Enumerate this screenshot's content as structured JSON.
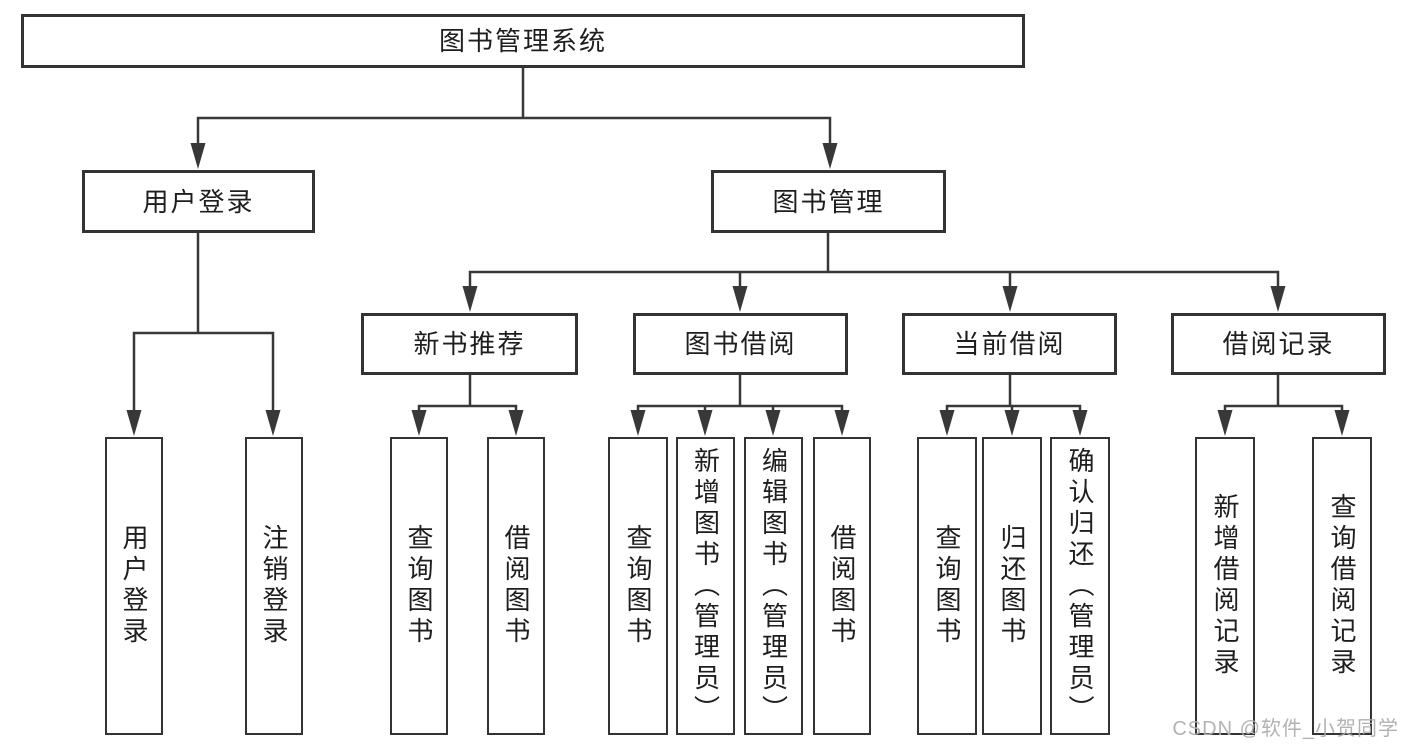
{
  "diagram": {
    "title": "图书管理系统",
    "root": {
      "label": "图书管理系统"
    },
    "level2": [
      {
        "label": "用户登录"
      },
      {
        "label": "图书管理"
      }
    ],
    "level3": [
      {
        "label": "新书推荐"
      },
      {
        "label": "图书借阅"
      },
      {
        "label": "当前借阅"
      },
      {
        "label": "借阅记录"
      }
    ],
    "leaves": [
      {
        "label": "用户登录"
      },
      {
        "label": "注销登录"
      },
      {
        "label": "查询图书"
      },
      {
        "label": "借阅图书"
      },
      {
        "label": "查询图书"
      },
      {
        "label": "新增图书（管理员）"
      },
      {
        "label": "编辑图书（管理员）"
      },
      {
        "label": "借阅图书"
      },
      {
        "label": "查询图书"
      },
      {
        "label": "归还图书"
      },
      {
        "label": "确认归还（管理员）"
      },
      {
        "label": "新增借阅记录"
      },
      {
        "label": "查询借阅记录"
      }
    ]
  },
  "watermark": {
    "text": "CSDN @软件_小贺同学"
  },
  "colors": {
    "line": "#383838",
    "border": "#333333",
    "text": "#1e1e1e",
    "watermark": "#ababab",
    "background": "#ffffff"
  }
}
